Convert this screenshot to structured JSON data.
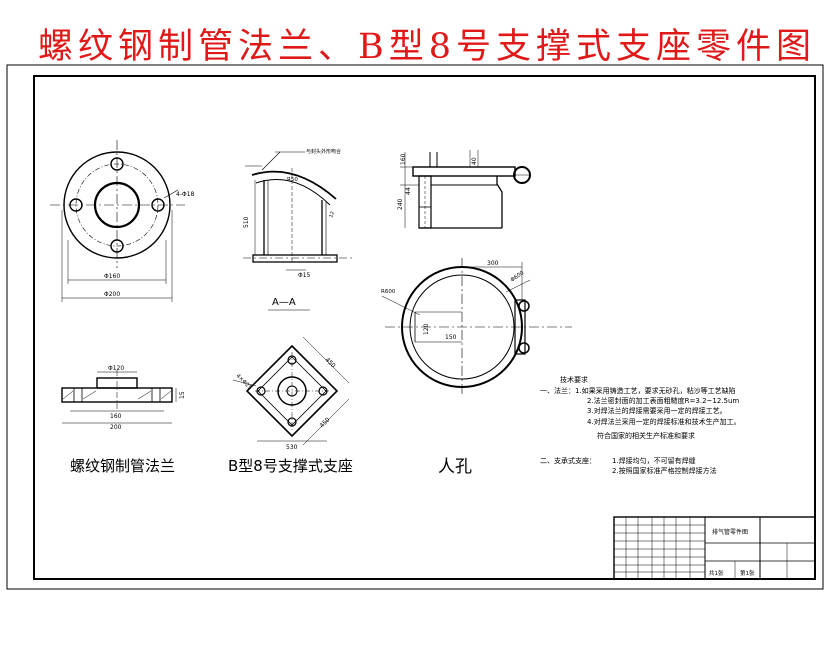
{
  "title": "螺纹钢制管法兰、B型8号支撑式支座零件图",
  "colors": {
    "title_red": "#e01818",
    "line": "#000000",
    "paper": "#ffffff"
  },
  "views": {
    "flange_top": {
      "dim_bolt": "4-Φ18",
      "dim_pcd": "Φ160",
      "dim_outer": "Φ200"
    },
    "support_side": {
      "note": "与封头外形吻合",
      "dim_radius": "R50",
      "dim_height": "510",
      "dim_plate": "Φ15",
      "dim_left": "12"
    },
    "section_label": "A—A",
    "manhole_side": {
      "dim_160": "160",
      "dim_40": "40",
      "dim_240": "240",
      "dim_44": "44"
    },
    "manhole_top": {
      "dim_300": "300",
      "dim_r": "R600",
      "dim_d": "Φ600",
      "dim_120": "120",
      "dim_150": "150"
    },
    "flange_section": {
      "dim_top": "Φ120",
      "dim_160": "160",
      "dim_200": "200",
      "dim_right": "15"
    },
    "support_base": {
      "dim_4x": "4×Φ25",
      "dim_450": "450",
      "dim_bottom": "450",
      "dim_base": "530"
    }
  },
  "labels": {
    "flange": "螺纹钢制管法兰",
    "support": "B型8号支撑式支座",
    "manhole": "人孔"
  },
  "notes": {
    "heading": "技术要求",
    "lines": [
      "一、法兰：1.如果采用铸造工艺，要求无砂孔，粘沙等工艺缺陷",
      "2.法兰密封面的加工表面粗糙度R=3.2~12.5um",
      "3.对焊法兰的焊接需要采用一定的焊接工艺。",
      "4.对焊法兰采用一定的焊接标准和技术生产加工。",
      "符合国家的相关生产标准和要求"
    ],
    "section2_label": "二、支承式支座：",
    "section2_lines": [
      "1.焊接均匀，不可留有焊缝",
      "2.按照国家标准严格控制焊接方法"
    ]
  },
  "titleblock": {
    "drawing_name": "排气管零件图",
    "sheet_total": "共1张",
    "sheet_no": "第1张"
  }
}
